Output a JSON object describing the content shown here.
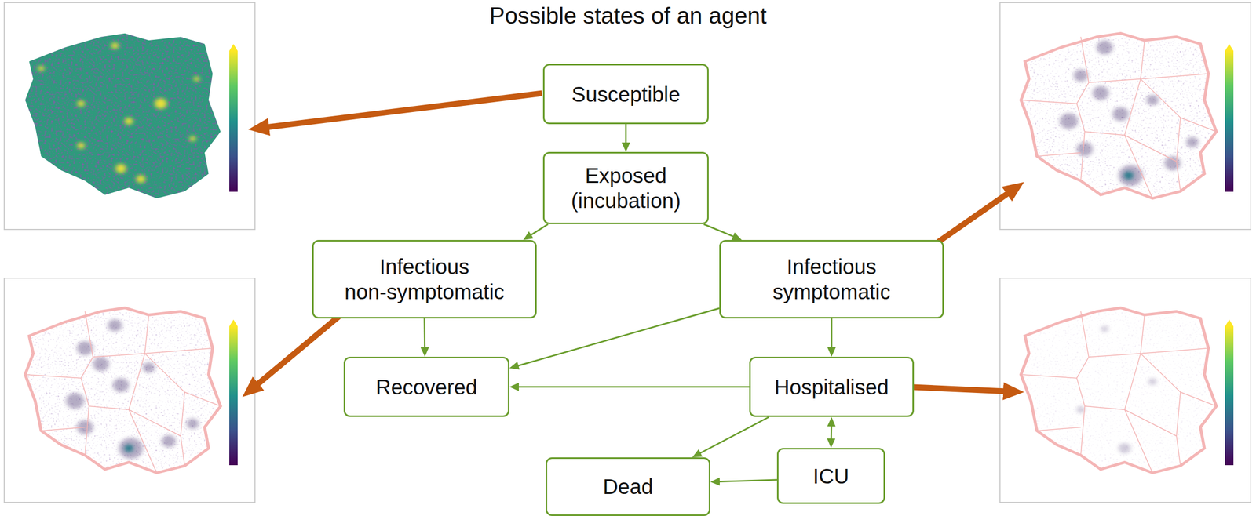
{
  "diagram": {
    "title": "Possible states of an agent",
    "nodes": [
      {
        "text": [
          "Susceptible"
        ]
      },
      {
        "text": [
          "Exposed (incubation)"
        ]
      },
      {
        "text": [
          "Infectious non-symptomatic"
        ]
      },
      {
        "text": [
          "Infectious symptomatic"
        ]
      },
      {
        "text": [
          "Recovered"
        ]
      },
      {
        "text": [
          "Hospitalised"
        ]
      },
      {
        "text": [
          "Dead"
        ]
      },
      {
        "text": [
          "ICU"
        ]
      }
    ],
    "edges": [
      {
        "from": 0,
        "to": 1,
        "arrow": "to"
      },
      {
        "from": 1,
        "to": 2,
        "arrow": "to"
      },
      {
        "from": 1,
        "to": 3,
        "arrow": "to"
      },
      {
        "from": 2,
        "to": 4,
        "arrow": "to"
      },
      {
        "from": 3,
        "to": 4,
        "arrow": "to"
      },
      {
        "from": 3,
        "to": 5,
        "arrow": "to"
      },
      {
        "from": 5,
        "to": 4,
        "arrow": "to"
      },
      {
        "from": 5,
        "to": 7,
        "arrow": "both"
      },
      {
        "from": 5,
        "to": 6,
        "arrow": "to"
      },
      {
        "from": 7,
        "to": 6,
        "arrow": "to"
      }
    ]
  }
}
